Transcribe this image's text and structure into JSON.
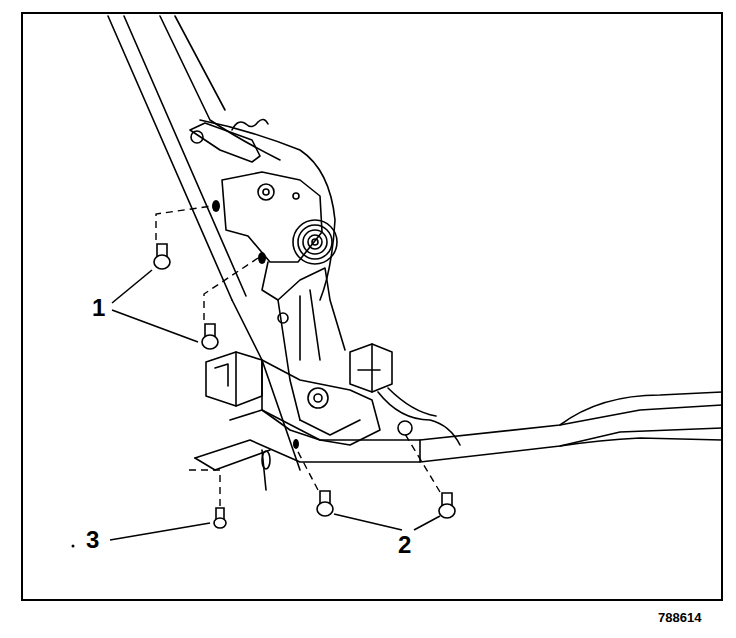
{
  "diagram": {
    "labels": [
      "1",
      "2",
      "3",
      "788614"
    ]
  }
}
